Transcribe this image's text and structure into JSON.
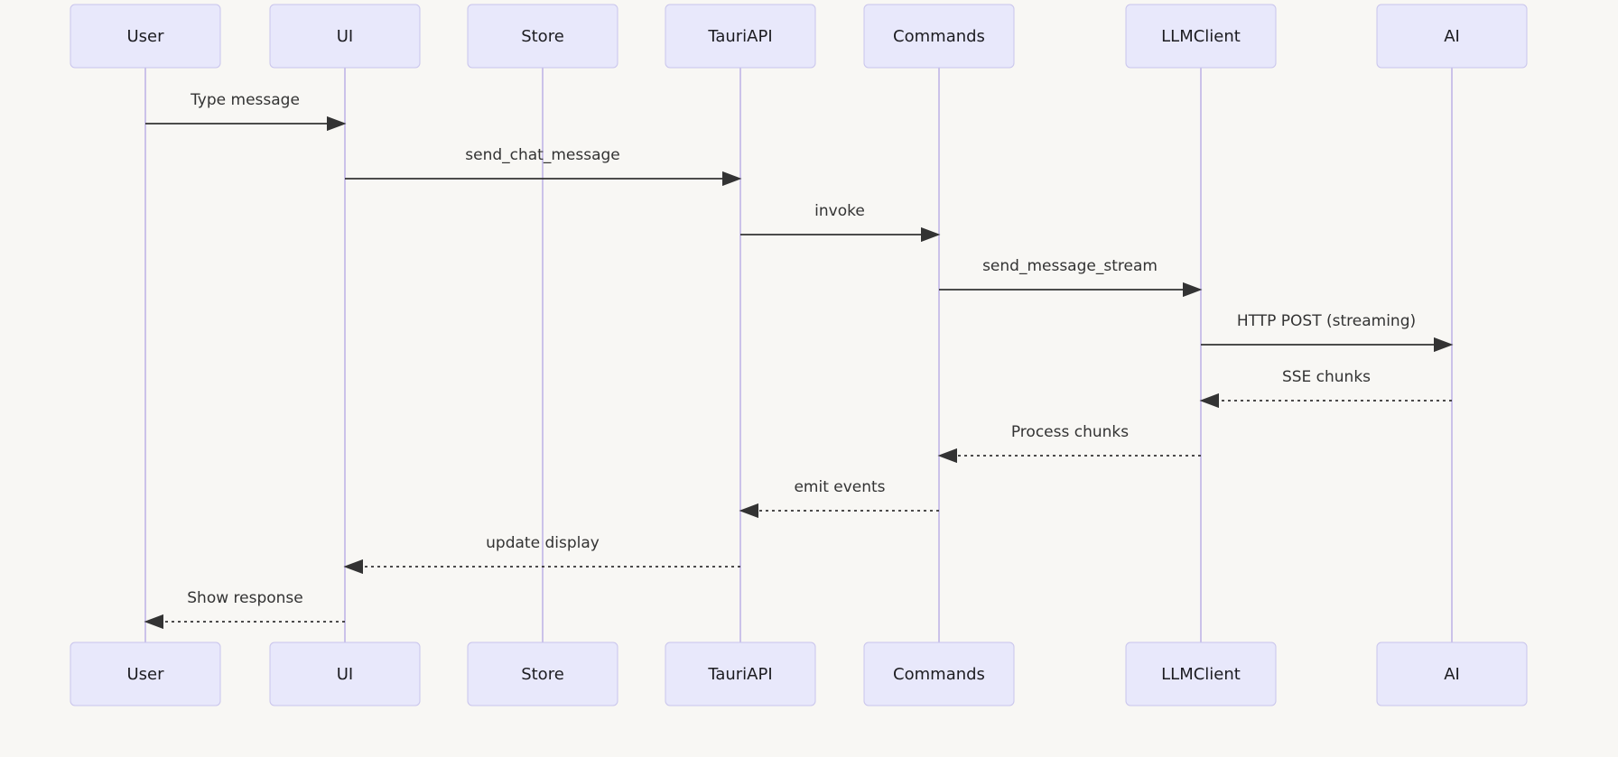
{
  "diagram": {
    "type": "sequence",
    "participants": [
      {
        "id": "user",
        "label": "User"
      },
      {
        "id": "ui",
        "label": "UI"
      },
      {
        "id": "store",
        "label": "Store"
      },
      {
        "id": "tauriapi",
        "label": "TauriAPI"
      },
      {
        "id": "commands",
        "label": "Commands"
      },
      {
        "id": "llmclient",
        "label": "LLMClient"
      },
      {
        "id": "ai",
        "label": "AI"
      }
    ],
    "messages": [
      {
        "from": "user",
        "to": "ui",
        "label": "Type message",
        "line": "solid"
      },
      {
        "from": "ui",
        "to": "tauriapi",
        "label": "send_chat_message",
        "line": "solid"
      },
      {
        "from": "tauriapi",
        "to": "commands",
        "label": "invoke",
        "line": "solid"
      },
      {
        "from": "commands",
        "to": "llmclient",
        "label": "send_message_stream",
        "line": "solid"
      },
      {
        "from": "llmclient",
        "to": "ai",
        "label": "HTTP POST (streaming)",
        "line": "solid"
      },
      {
        "from": "ai",
        "to": "llmclient",
        "label": "SSE chunks",
        "line": "dotted"
      },
      {
        "from": "llmclient",
        "to": "commands",
        "label": "Process chunks",
        "line": "dotted"
      },
      {
        "from": "commands",
        "to": "tauriapi",
        "label": "emit events",
        "line": "dotted"
      },
      {
        "from": "tauriapi",
        "to": "ui",
        "label": "update display",
        "line": "dotted"
      },
      {
        "from": "ui",
        "to": "user",
        "label": "Show response",
        "line": "dotted"
      }
    ],
    "colors": {
      "background": "#F8F7F4",
      "actor_fill": "#E8E8FB",
      "actor_border": "#C9C5EC",
      "actor_text": "#1C1C21",
      "lifeline": "#CBC2E9",
      "message_line": "#333333",
      "message_text": "#333333"
    }
  }
}
